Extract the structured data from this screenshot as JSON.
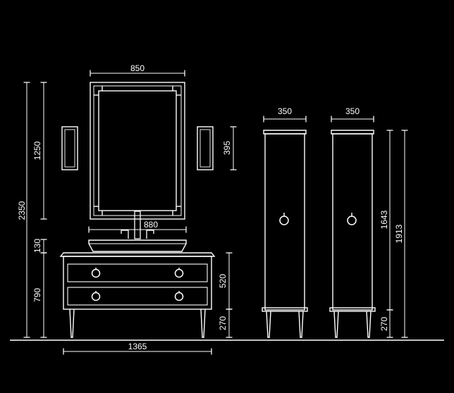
{
  "colors": {
    "background": "#000000",
    "line": "#ffffff"
  },
  "dimensions": {
    "mirror_width": "850",
    "basin_width": "880",
    "vanity_width": "1365",
    "total_height": "2350",
    "mirror_height": "1250",
    "sconce_height": "395",
    "basin_height": "130",
    "vanity_height": "790",
    "drawers_height": "520",
    "vanity_leg_height": "270",
    "cabinet_1_width": "350",
    "cabinet_2_width": "350",
    "cabinet_body_height": "1643",
    "cabinet_total_height": "1913",
    "cabinet_leg_height": "270"
  }
}
